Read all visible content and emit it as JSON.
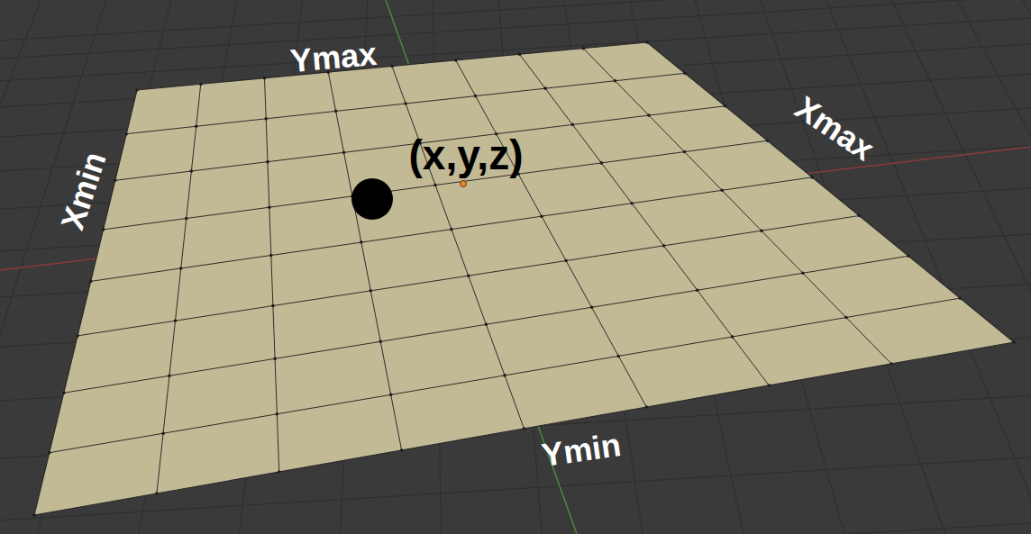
{
  "diagram": {
    "labels": [
      "Ymax",
      "Xmin",
      "Xmax",
      "(x,y,z)",
      "Ymin"
    ]
  }
}
